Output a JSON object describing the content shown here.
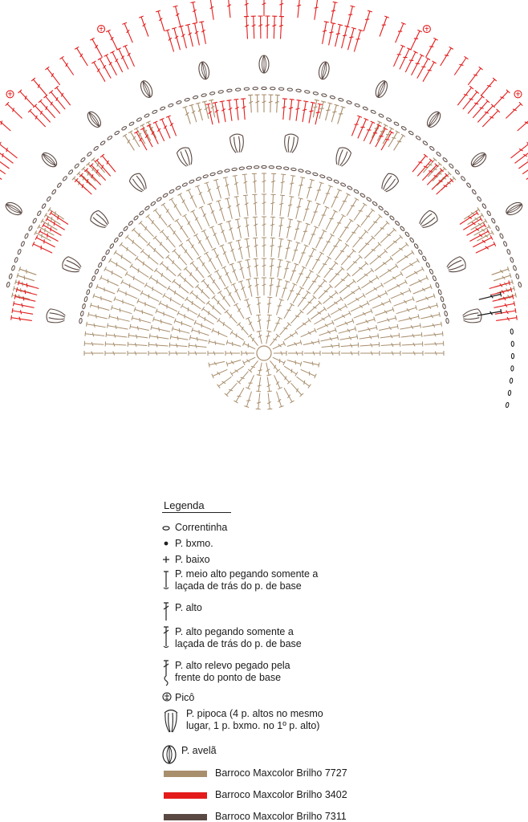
{
  "colors": {
    "beige": "#a98e6c",
    "red": "#e41b1b",
    "brown": "#5a4842",
    "black": "#1a1a1a"
  },
  "legend": {
    "title": "Legenda",
    "items": [
      {
        "icon": "chain-stitch-icon",
        "label": "Correntinha"
      },
      {
        "icon": "slip-stitch-icon",
        "label": "P. bxmo."
      },
      {
        "icon": "single-crochet-icon",
        "label": "P. baixo"
      },
      {
        "icon": "half-double-back-loop-icon",
        "label": "P. meio alto pegando somente a\nlaçada de trás do p. de base"
      },
      {
        "icon": "double-crochet-icon",
        "label": "P. alto"
      },
      {
        "icon": "double-crochet-back-loop-icon",
        "label": "P. alto pegando somente a\nlaçada de trás do p. de base"
      },
      {
        "icon": "front-post-double-icon",
        "label": "P. alto relevo pegado pela\nfrente do ponto de base"
      },
      {
        "icon": "picot-icon",
        "label": "Picô"
      },
      {
        "icon": "popcorn-stitch-icon",
        "label": "P. pipoca (4 p. altos no mesmo\nlugar, 1 p. bxmo. no 1º p. alto)"
      },
      {
        "icon": "puff-stitch-icon",
        "label": "P. avelã"
      }
    ],
    "yarns": [
      {
        "label": "Barroco Maxcolor Brilho 7727",
        "color": "#a98e6c"
      },
      {
        "label": "Barroco Maxcolor Brilho 3402",
        "color": "#e41b1b"
      },
      {
        "label": "Barroco Maxcolor Brilho 7311",
        "color": "#5a4842"
      }
    ]
  }
}
